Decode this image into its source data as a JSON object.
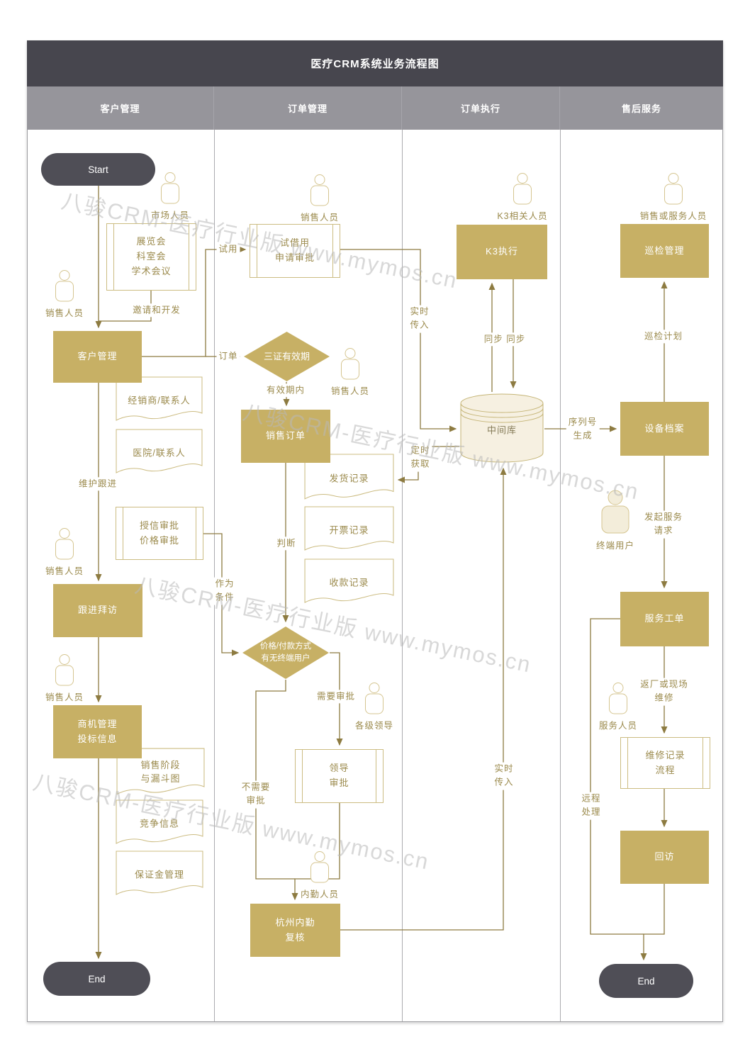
{
  "title": "医疗CRM系统业务流程图",
  "lanes": [
    "客户管理",
    "订单管理",
    "订单执行",
    "售后服务"
  ],
  "watermark": "八骏CRM-医疗行业版 www.mymos.cn",
  "colors": {
    "title_bar": "#47464e",
    "lane_header": "#96959b",
    "process_gold": "#c7b065",
    "terminal_dark": "#4f4e56",
    "line_olive": "#8d7b41",
    "outline_gold": "#ccbc82",
    "cylinder_fill": "#f6f0e1"
  },
  "nodes": {
    "start": "Start",
    "end_left": "End",
    "end_right": "End",
    "expo": "展览会\n科室会\n学术会议",
    "customer_mgmt": "客户管理",
    "dealer_contacts": "经销商/联系人",
    "hospital_contacts": "医院/联系人",
    "credit_approval": "授信审批\n价格审批",
    "follow_visit": "跟进拜访",
    "opportunity": "商机管理\n投标信息",
    "sales_stage": "销售阶段\n与漏斗图",
    "competition": "竞争信息",
    "deposit": "保证金管理",
    "trial_approval": "试借用\n申请审批",
    "cert_validity": "三证有效期",
    "sales_order": "销售订单",
    "delivery_record": "发货记录",
    "invoice_record": "开票记录",
    "payment_record": "收款记录",
    "price_decision": "价格/付款方式\n有无终端用户",
    "leader_approval": "领导\n审批",
    "hangzhou_review": "杭州内勤\n复核",
    "k3_exec": "K3执行",
    "mid_db": "中间库",
    "inspection": "巡检管理",
    "device_archive": "设备档案",
    "service_order": "服务工单",
    "repair_record": "维修记录\n流程",
    "revisit": "回访"
  },
  "persons": {
    "market": "市场人员",
    "sales1": "销售人员",
    "sales2": "销售人员",
    "sales3": "销售人员",
    "sales4": "销售人员",
    "sales5": "销售人员",
    "leaders": "各级领导",
    "office": "内勤人员",
    "k3": "K3相关人员",
    "sales_service": "销售或服务人员",
    "terminal": "终端用户",
    "service": "服务人员"
  },
  "edge_labels": {
    "invite": "邀请和开发",
    "trial": "试用",
    "order": "订单",
    "maintain": "维护跟进",
    "as_condition": "作为\n条件",
    "valid": "有效期内",
    "judge": "判断",
    "need_approval": "需要审批",
    "no_need": "不需要\n审批",
    "realtime_in_top": "实时\n传入",
    "timed_fetch": "定时\n获取",
    "sync": "同步 同步",
    "realtime_in_bottom": "实时\n传入",
    "serial": "序列号\n生成",
    "inspect_plan": "巡检计划",
    "init_service": "发起服务\n请求",
    "return_repair": "返厂或现场\n维修",
    "remote": "远程\n处理"
  }
}
